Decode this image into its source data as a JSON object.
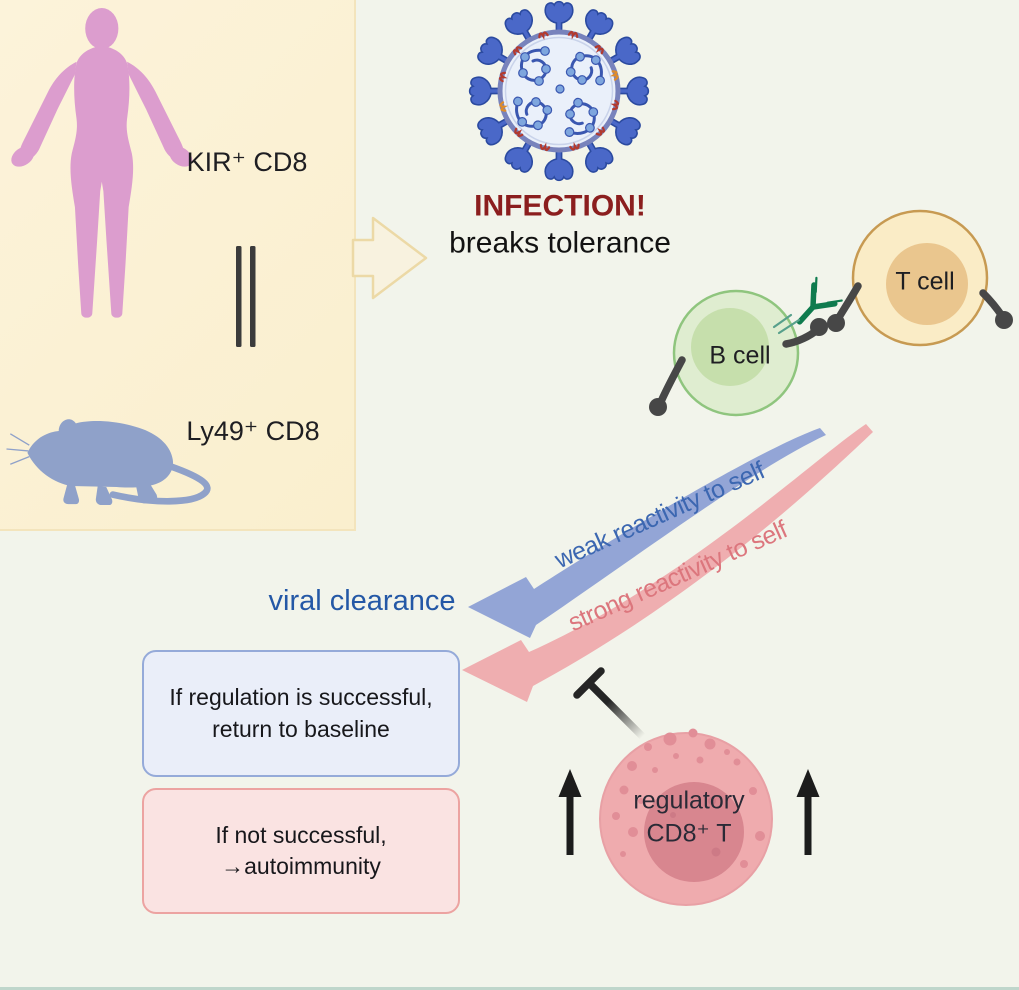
{
  "figure": {
    "panel": {
      "human_label": "KIR⁺ CD8",
      "mouse_label": "Ly49⁺ CD8"
    },
    "infection": {
      "title": "INFECTION!",
      "subtitle": "breaks tolerance"
    },
    "cells": {
      "b_cell_label": "B cell",
      "t_cell_label": "T cell"
    },
    "pathways": {
      "weak_label": "weak reactivity to self",
      "strong_label": "strong reactivity to self",
      "viral_clearance_label": "viral clearance"
    },
    "outcome_boxes": {
      "success_line1": "If regulation is successful,",
      "success_line2": "return to baseline",
      "failure_line1": "If not successful,",
      "failure_line2": "→autoimmunity"
    },
    "regulatory_cell": {
      "line1": "regulatory",
      "line2": "CD8⁺ T"
    }
  },
  "colors": {
    "background": "#F2F4EB",
    "panel_cream": "#FBF1D3",
    "human_pink": "#DC9DCE",
    "mouse_blue": "#8FA1C9",
    "infection_red": "#8B1E1E",
    "virus_blue": "#4A68C8",
    "virus_ring": "#7883BC",
    "b_cell_fill": "#DFEDD0",
    "b_cell_border": "#8FC57E",
    "t_cell_fill": "#FAECC6",
    "t_cell_border": "#C79A52",
    "antibody_green": "#0F7B4E",
    "weak_arrow": "#93A5D6",
    "weak_text": "#3C67B1",
    "strong_arrow": "#EFAEB0",
    "strong_text": "#DC767D",
    "viral_clearance_text": "#2458A6",
    "success_box_fill": "#EAEEF9",
    "success_box_border": "#95AAD9",
    "failure_box_fill": "#FAE3E2",
    "failure_box_border": "#ECA3A1",
    "regulatory_fill": "#EFABAE",
    "regulatory_nucleus": "#D8868F",
    "bottom_rule": "#BFD6CB"
  }
}
